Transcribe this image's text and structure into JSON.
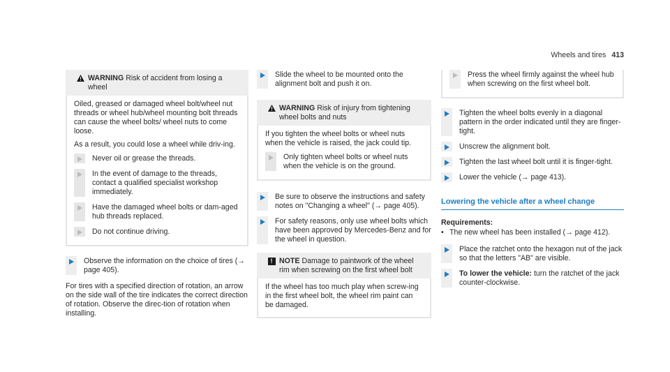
{
  "header": {
    "section": "Wheels and tires",
    "page_number": "413"
  },
  "col1": {
    "warning": {
      "keyword": "WARNING",
      "title": "Risk of accident from losing a wheel",
      "body": [
        "Oiled, greased or damaged wheel bolt/wheel nut threads or wheel hub/wheel mounting bolt threads can cause the wheel bolts/ wheel nuts to come loose.",
        "As a result, you could lose a wheel while driv-ing."
      ],
      "steps": [
        "Never oil or grease the threads.",
        "In the event of damage to the threads, contact a qualified specialist workshop immediately.",
        "Have the damaged wheel bolts or dam-aged hub threads replaced.",
        "Do not continue driving."
      ]
    },
    "step_observe": "Observe the information on the choice of tires (→ page 405).",
    "paragraph": "For tires with a specified direction of rotation, an arrow on the side wall of the tire indicates the correct direction of rotation. Observe the direc-tion of rotation when installing."
  },
  "col2": {
    "step_slide": "Slide the wheel to be mounted onto the alignment bolt and push it on.",
    "warning": {
      "keyword": "WARNING",
      "title": "Risk of injury from tightening wheel bolts and nuts",
      "body": "If you tighten the wheel bolts or wheel nuts when the vehicle is raised, the jack could tip.",
      "step": "Only tighten wheel bolts or wheel nuts when the vehicle is on the ground."
    },
    "steps": [
      "Be sure to observe the instructions and safety notes on \"Changing a wheel\" (→ page 405).",
      "For safety reasons, only use wheel bolts which have been approved by Mercedes-Benz and for the wheel in question."
    ],
    "note": {
      "keyword": "NOTE",
      "title": "Damage to paintwork of the wheel rim when screwing on the first wheel bolt",
      "body": "If the wheel has too much play when screw-ing in the first wheel bolt, the wheel rim paint can be damaged."
    }
  },
  "col3": {
    "step_press": "Press the wheel firmly against the wheel hub when screwing on the first wheel bolt.",
    "steps": [
      "Tighten the wheel bolts evenly in a diagonal pattern in the order indicated until they are finger-tight.",
      "Unscrew the alignment bolt.",
      "Tighten the last wheel bolt until it is finger-tight.",
      "Lower the vehicle (→ page 413)."
    ],
    "section_title": "Lowering the vehicle after a wheel change",
    "requirements_label": "Requirements:",
    "requirement": "The new wheel has been installed (→ page 412).",
    "step_ratchet": "Place the ratchet onto the hexagon nut of the jack so that the letters \"AB\" are visible.",
    "step_lower_bold": "To lower the vehicle:",
    "step_lower_rest": " turn the ratchet of the jack counter-clockwise."
  }
}
